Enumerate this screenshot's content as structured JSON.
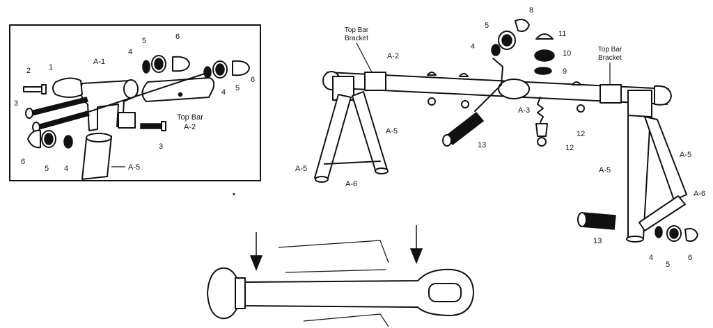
{
  "labels": {
    "n1": "1",
    "n2": "2",
    "n3": "3",
    "n4": "4",
    "n5": "5",
    "n6": "6",
    "n8": "8",
    "n9": "9",
    "n10": "10",
    "n11": "11",
    "n12": "12",
    "n13": "13",
    "a1": "A-1",
    "a2": "A-2",
    "a3": "A-3",
    "a5": "A-5",
    "a6": "A-6",
    "top_bar": "Top Bar",
    "bracket_line1": "Top Bar",
    "bracket_line2": "Bracket"
  },
  "colors": {
    "ink": "#111111",
    "paper": "#ffffff"
  }
}
